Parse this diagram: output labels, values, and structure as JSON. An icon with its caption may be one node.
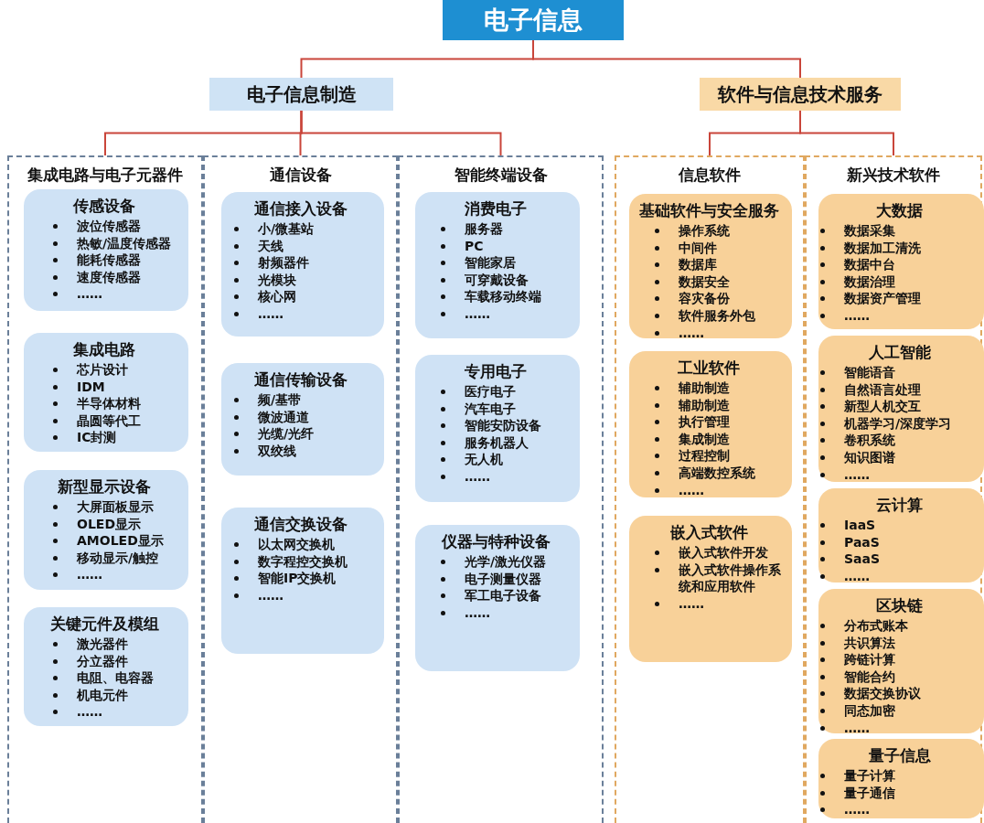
{
  "diagram": {
    "nodes": [
      {
        "text": [
          "电子信息"
        ]
      },
      {
        "text": [
          "电子信息制造"
        ]
      },
      {
        "text": [
          "软件与信息技术服务"
        ]
      },
      {
        "text": [
          "集成电路与电子元器件"
        ]
      },
      {
        "text": [
          "通信设备"
        ]
      },
      {
        "text": [
          "智能终端设备"
        ]
      },
      {
        "text": [
          "信息软件"
        ]
      },
      {
        "text": [
          "新兴技术软件"
        ]
      },
      {
        "text": [
          "传感设备",
          "波位传感器",
          "热敏/温度传感器",
          "能耗传感器",
          "速度传感器",
          "……"
        ],
        "in": 3
      },
      {
        "text": [
          "集成电路",
          "芯片设计",
          "IDM",
          "半导体材料",
          "晶圆等代工",
          "IC封测"
        ],
        "in": 3
      },
      {
        "text": [
          "新型显示设备",
          "大屏面板显示",
          "OLED显示",
          "AMOLED显示",
          "移动显示/触控",
          "……"
        ],
        "in": 3
      },
      {
        "text": [
          "关键元件及模组",
          "激光器件",
          "分立器件",
          "电阻、电容器",
          "机电元件",
          "……"
        ],
        "in": 3
      },
      {
        "text": [
          "通信接入设备",
          "小/微基站",
          "天线",
          "射频器件",
          "光模块",
          "核心网",
          "……"
        ],
        "in": 4
      },
      {
        "text": [
          "通信传输设备",
          "频/基带",
          "微波通道",
          "光缆/光纤",
          "双绞线"
        ],
        "in": 4
      },
      {
        "text": [
          "通信交换设备",
          "以太网交换机",
          "数字程控交换机",
          "智能IP交换机",
          "……"
        ],
        "in": 4
      },
      {
        "text": [
          "消费电子",
          "服务器",
          "PC",
          "智能家居",
          "可穿戴设备",
          "车载移动终端",
          "……"
        ],
        "in": 5
      },
      {
        "text": [
          "专用电子",
          "医疗电子",
          "汽车电子",
          "智能安防设备",
          "服务机器人",
          "无人机",
          "……"
        ],
        "in": 5
      },
      {
        "text": [
          "仪器与特种设备",
          "光学/激光仪器",
          "电子测量仪器",
          "军工电子设备",
          "……"
        ],
        "in": 5
      },
      {
        "text": [
          "基础软件与安全服务",
          "操作系统",
          "中间件",
          "数据库",
          "数据安全",
          "容灾备份",
          "软件服务外包",
          "……"
        ],
        "in": 6
      },
      {
        "text": [
          "工业软件",
          "辅助制造",
          "辅助制造",
          "执行管理",
          "集成制造",
          "过程控制",
          "高端数控系统",
          "……"
        ],
        "in": 6
      },
      {
        "text": [
          "嵌入式软件",
          "嵌入式软件开发",
          "嵌入式软件操作系统和应用软件",
          "……"
        ],
        "in": 6
      },
      {
        "text": [
          "大数据",
          "数据采集",
          "数据加工清洗",
          "数据中台",
          "数据治理",
          "数据资产管理",
          "……"
        ],
        "in": 7
      },
      {
        "text": [
          "人工智能",
          "智能语音",
          "自然语言处理",
          "新型人机交互",
          "机器学习/深度学习",
          "卷积系统",
          "知识图谱",
          "……"
        ],
        "in": 7
      },
      {
        "text": [
          "云计算",
          "IaaS",
          "PaaS",
          "SaaS",
          "……"
        ],
        "in": 7
      },
      {
        "text": [
          "区块链",
          "分布式账本",
          "共识算法",
          "跨链计算",
          "智能合约",
          "数据交换协议",
          "同态加密",
          "……"
        ],
        "in": 7
      },
      {
        "text": [
          "量子信息",
          "量子计算",
          "量子通信",
          "……"
        ],
        "in": 7
      }
    ],
    "edges": [
      {
        "from": 0,
        "to": 1,
        "arrow": "none"
      },
      {
        "from": 0,
        "to": 2,
        "arrow": "none"
      },
      {
        "from": 1,
        "to": 3,
        "arrow": "none"
      },
      {
        "from": 1,
        "to": 4,
        "arrow": "none"
      },
      {
        "from": 1,
        "to": 5,
        "arrow": "none"
      },
      {
        "from": 2,
        "to": 6,
        "arrow": "none"
      },
      {
        "from": 2,
        "to": 7,
        "arrow": "none"
      }
    ]
  }
}
